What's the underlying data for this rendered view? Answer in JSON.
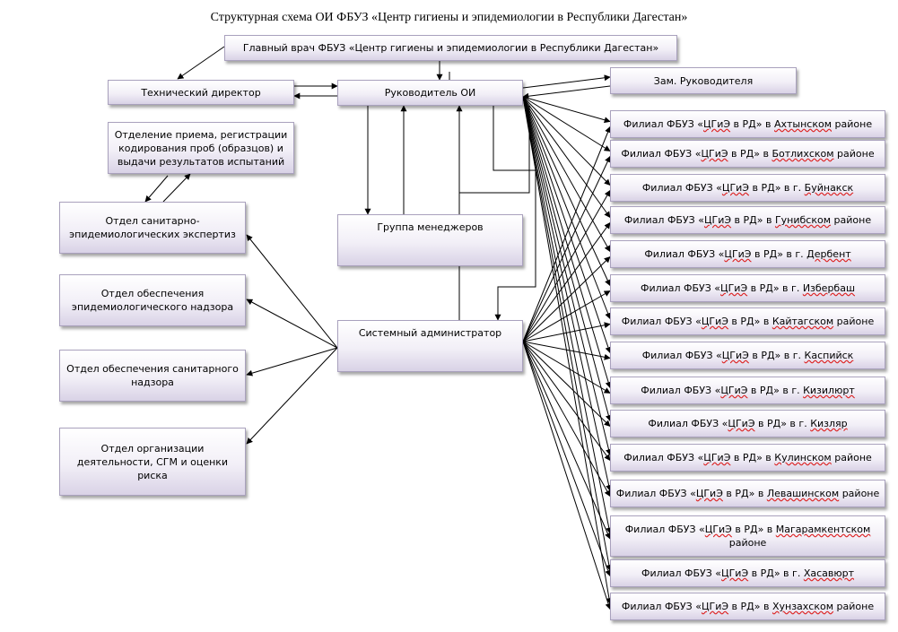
{
  "title": "Структурная схема ОИ ФБУЗ «Центр гигиены и эпидемиологии в Республики Дагестан»",
  "boxes": {
    "chief": "Главный врач ФБУЗ «Центр гигиены и эпидемиологии в Республики Дагестан»",
    "tech_director": "Технический директор",
    "head_oi": "Руководитель ОИ",
    "deputy": "Зам. Руководителя",
    "intake": "Отделение приема, регистрации кодирования проб (образцов) и выдачи результатов испытаний",
    "sanepid_exp": "Отдел санитарно-эпидемиологических экспертиз",
    "epid_support": "Отдел обеспечения эпидемиологического надзора",
    "sanit_support": "Отдел обеспечения санитарного надзора",
    "org_dept": "Отдел организации деятельности, СГМ и оценки риска",
    "managers": "Группа менеджеров",
    "sysadmin": "Системный администратор"
  },
  "branches": [
    {
      "pre": "Филиал ФБУЗ «",
      "mark": "ЦГиЭ",
      "mid": " в РД» в ",
      "tail": "Ахтынском",
      "post": " районе"
    },
    {
      "pre": "Филиал ФБУЗ «",
      "mark": "ЦГиЭ",
      "mid": " в РД» в ",
      "tail": "Ботлихском",
      "post": " районе"
    },
    {
      "pre": "Филиал ФБУЗ «",
      "mark": "ЦГиЭ",
      "mid": " в РД» в г. ",
      "tail": "Буйнакск",
      "post": ""
    },
    {
      "pre": "Филиал ФБУЗ «",
      "mark": "ЦГиЭ",
      "mid": " в РД» в ",
      "tail": "Гунибском",
      "post": " районе"
    },
    {
      "pre": "Филиал ФБУЗ «",
      "mark": "ЦГиЭ",
      "mid": " в РД» в г. ",
      "tail": "Дербент",
      "post": ""
    },
    {
      "pre": "Филиал ФБУЗ «",
      "mark": "ЦГиЭ",
      "mid": " в РД» в г. ",
      "tail": "Избербаш",
      "post": ""
    },
    {
      "pre": "Филиал ФБУЗ «",
      "mark": "ЦГиЭ",
      "mid": " в РД» в ",
      "tail": "Кайтагском",
      "post": " районе"
    },
    {
      "pre": "Филиал ФБУЗ «",
      "mark": "ЦГиЭ",
      "mid": " в РД» в г. ",
      "tail": "Каспийск",
      "post": ""
    },
    {
      "pre": "Филиал ФБУЗ «",
      "mark": "ЦГиЭ",
      "mid": " в РД» в г. ",
      "tail": "Кизилюрт",
      "post": ""
    },
    {
      "pre": "Филиал ФБУЗ «",
      "mark": "ЦГиЭ",
      "mid": " в РД» в г. ",
      "tail": "Кизляр",
      "post": ""
    },
    {
      "pre": "Филиал ФБУЗ «",
      "mark": "ЦГиЭ",
      "mid": " в РД» в ",
      "tail": "Кулинском",
      "post": " районе"
    },
    {
      "pre": "Филиал ФБУЗ «",
      "mark": "ЦГиЭ",
      "mid": " в РД» в ",
      "tail": "Левашинском",
      "post": " районе"
    },
    {
      "pre": "Филиал ФБУЗ «",
      "mark": "ЦГиЭ",
      "mid": " в РД» в ",
      "tail": "Магарамкентском",
      "post": " районе"
    },
    {
      "pre": "Филиал ФБУЗ «",
      "mark": "ЦГиЭ",
      "mid": " в РД» в  г. ",
      "tail": "Хасавюрт",
      "post": ""
    },
    {
      "pre": "Филиал ФБУЗ «",
      "mark": "ЦГиЭ",
      "mid": " в РД» в ",
      "tail": "Хунзахском",
      "post": " районе"
    }
  ]
}
